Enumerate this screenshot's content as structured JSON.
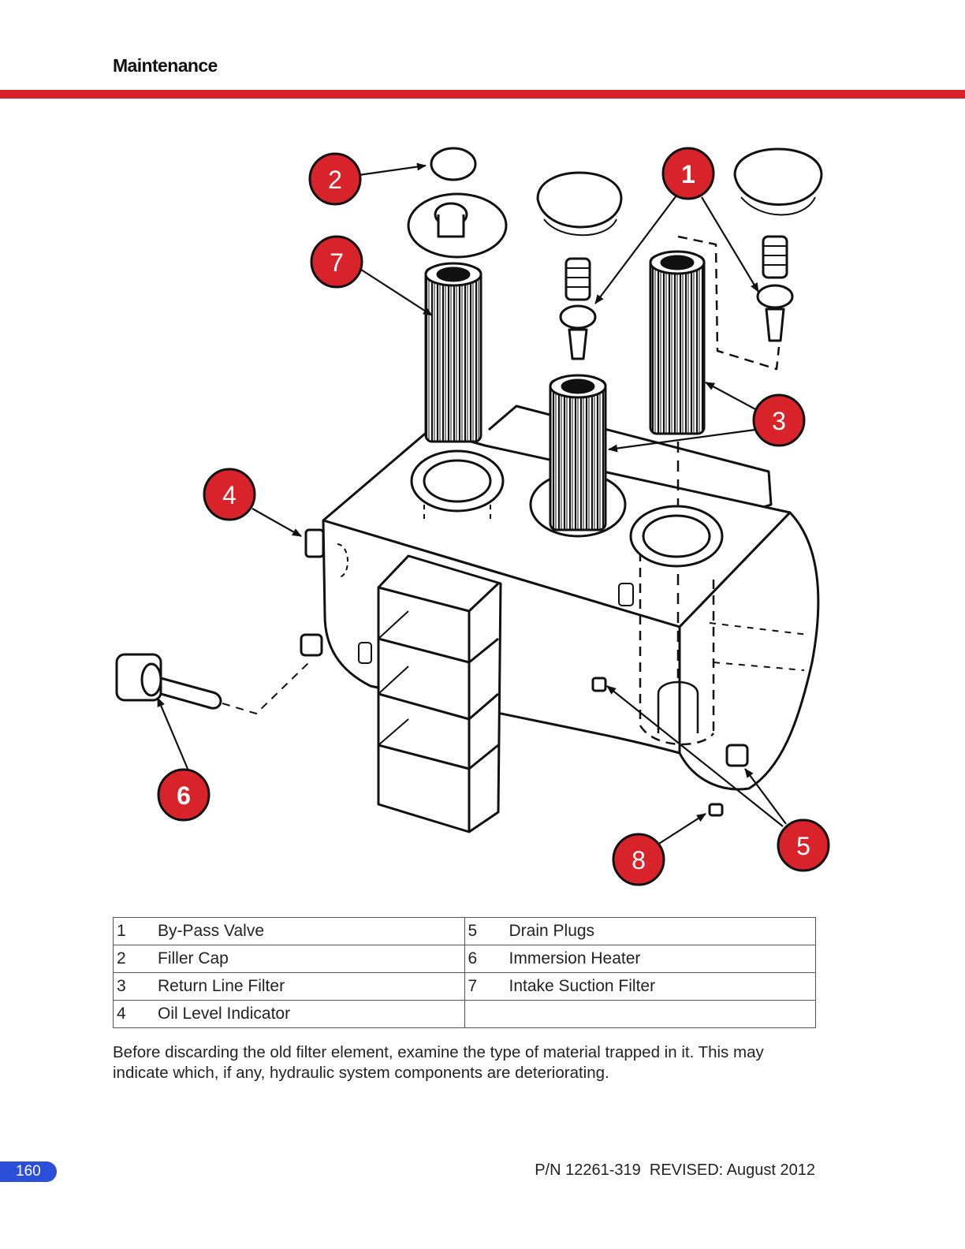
{
  "header": {
    "section": "Maintenance"
  },
  "callouts": [
    "1",
    "2",
    "3",
    "4",
    "5",
    "6",
    "7",
    "8"
  ],
  "legend": [
    {
      "left_num": "1",
      "left_label": "By-Pass Valve",
      "right_num": "5",
      "right_label": "Drain Plugs"
    },
    {
      "left_num": "2",
      "left_label": "Filler Cap",
      "right_num": "6",
      "right_label": "Immersion Heater"
    },
    {
      "left_num": "3",
      "left_label": "Return Line Filter",
      "right_num": "7",
      "right_label": "Intake Suction Filter"
    },
    {
      "left_num": "4",
      "left_label": "Oil Level Indicator",
      "right_num": "",
      "right_label": ""
    }
  ],
  "body_text": "Before discarding the old filter element, examine the type of material trapped in it. This may indicate which, if any, hydraulic system components are deteriorating.",
  "footer": {
    "page_number": "160",
    "part_info": "P/N 12261-319  REVISED: August 2012"
  },
  "colors": {
    "accent_red": "#d7222a",
    "callout_red": "#d9232b",
    "page_badge_blue": "#2b4fd8"
  }
}
